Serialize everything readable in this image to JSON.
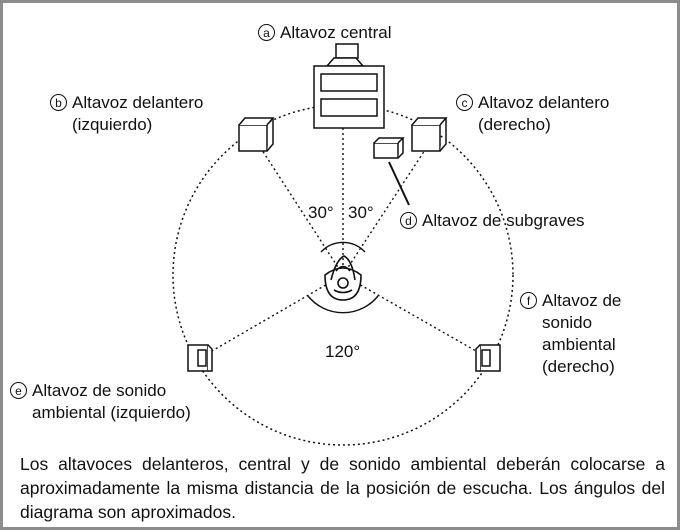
{
  "labels": {
    "a": {
      "mark": "a",
      "line1": "Altavoz central"
    },
    "b": {
      "mark": "b",
      "line1": "Altavoz delantero",
      "line2": "(izquierdo)"
    },
    "c": {
      "mark": "c",
      "line1": "Altavoz delantero",
      "line2": "(derecho)"
    },
    "d": {
      "mark": "d",
      "line1": "Altavoz de subgraves"
    },
    "e": {
      "mark": "e",
      "line1": "Altavoz de sonido",
      "line2": "ambiental (izquierdo)"
    },
    "f": {
      "mark": "f",
      "line1": "Altavoz de",
      "line2": "sonido",
      "line3": "ambiental",
      "line4": "(derecho)"
    }
  },
  "angles": {
    "left": "30°",
    "right": "30°",
    "rear": "120°"
  },
  "caption": "Los altavoces delanteros, central y de sonido ambiental deberán colocarse a aproximadamente la misma distancia de la posición de escucha. Los ángulos del diagrama son aproximados."
}
